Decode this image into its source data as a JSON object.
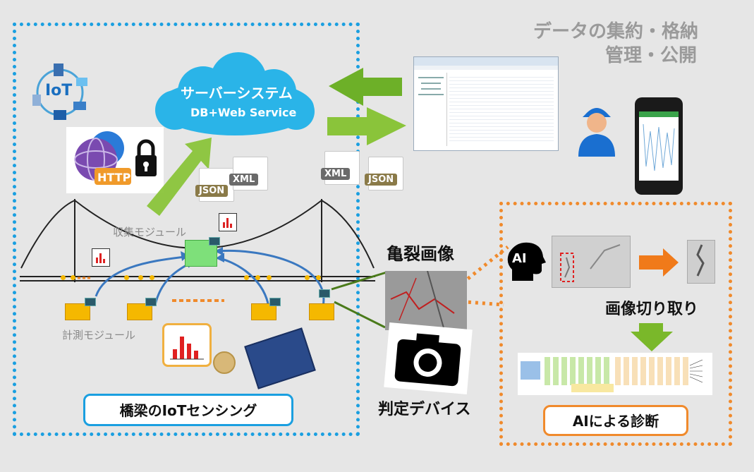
{
  "title_line1": "データの集約・格納",
  "title_line2": "管理・公開",
  "cloud": {
    "title": "サーバーシステム",
    "subtitle": "DB+Web Service"
  },
  "iot_label": "IoT",
  "http_label": "HTTP",
  "files": {
    "json": "JSON",
    "xml": "XML"
  },
  "collect_module": "収集モジュール",
  "measure_module": "計測モジュール",
  "crack_image": "亀裂画像",
  "judge_device": "判定デバイス",
  "ai_badge": "AI",
  "crop_label": "画像切り取り",
  "blue_panel_label": "橋梁のIoTセンシング",
  "orange_panel_label": "AIによる診断",
  "colors": {
    "blue_border": "#1a9fe0",
    "orange_border": "#f08a2c",
    "green_arrow": "#7ab82a",
    "title_gray": "#9a9a9a"
  },
  "icons": [
    "iot-icon",
    "globe-icon",
    "lock-icon",
    "cloud-icon",
    "json-file-icon",
    "xml-file-icon",
    "user-icon",
    "smartphone-icon",
    "camera-icon",
    "ai-head-icon",
    "chart-icon"
  ]
}
